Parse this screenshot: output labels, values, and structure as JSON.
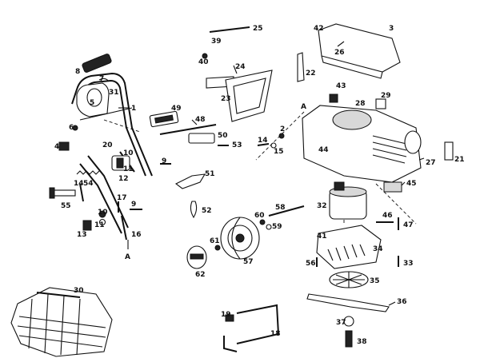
{
  "diagram": {
    "part_numbers": [
      "1",
      "2",
      "3",
      "4",
      "5",
      "6",
      "7",
      "8",
      "9",
      "10",
      "11",
      "12",
      "13",
      "14",
      "15",
      "16",
      "17",
      "18",
      "19",
      "20",
      "21",
      "22",
      "23",
      "24",
      "25",
      "26",
      "27",
      "28",
      "29",
      "30",
      "31",
      "32",
      "33",
      "34",
      "35",
      "36",
      "37",
      "38",
      "39",
      "40",
      "41",
      "42",
      "43",
      "44",
      "45",
      "46",
      "47",
      "48",
      "49",
      "50",
      "51",
      "52",
      "53",
      "54",
      "55",
      "56",
      "57",
      "58",
      "59",
      "60",
      "61",
      "62",
      "A"
    ]
  },
  "labels": [
    {
      "id": "p8",
      "text": "8"
    },
    {
      "id": "p7",
      "text": "7"
    },
    {
      "id": "p5",
      "text": "5"
    },
    {
      "id": "p31",
      "text": "31"
    },
    {
      "id": "p1",
      "text": "1"
    },
    {
      "id": "p6",
      "text": "6"
    },
    {
      "id": "p4",
      "text": "4"
    },
    {
      "id": "p20",
      "text": "20"
    },
    {
      "id": "p10a",
      "text": "10"
    },
    {
      "id": "p11a",
      "text": "11"
    },
    {
      "id": "p12",
      "text": "12"
    },
    {
      "id": "p9a",
      "text": "9"
    },
    {
      "id": "p14",
      "text": "14"
    },
    {
      "id": "p54",
      "text": "54"
    },
    {
      "id": "p55",
      "text": "55"
    },
    {
      "id": "p17",
      "text": "17"
    },
    {
      "id": "p9b",
      "text": "9"
    },
    {
      "id": "p10b",
      "text": "10"
    },
    {
      "id": "p11b",
      "text": "11"
    },
    {
      "id": "p13",
      "text": "13"
    },
    {
      "id": "p16",
      "text": "16"
    },
    {
      "id": "pA1",
      "text": "A"
    },
    {
      "id": "p39",
      "text": "39"
    },
    {
      "id": "p25",
      "text": "25"
    },
    {
      "id": "p40",
      "text": "40"
    },
    {
      "id": "p24",
      "text": "24"
    },
    {
      "id": "p23",
      "text": "23"
    },
    {
      "id": "p49",
      "text": "49"
    },
    {
      "id": "p48",
      "text": "48"
    },
    {
      "id": "p50",
      "text": "50"
    },
    {
      "id": "p53",
      "text": "53"
    },
    {
      "id": "p51",
      "text": "51"
    },
    {
      "id": "p52",
      "text": "52"
    },
    {
      "id": "p42",
      "text": "42"
    },
    {
      "id": "p3",
      "text": "3"
    },
    {
      "id": "p26",
      "text": "26"
    },
    {
      "id": "p22",
      "text": "22"
    },
    {
      "id": "p43",
      "text": "43"
    },
    {
      "id": "p29",
      "text": "29"
    },
    {
      "id": "p28",
      "text": "28"
    },
    {
      "id": "pA2",
      "text": "A"
    },
    {
      "id": "p2",
      "text": "2"
    },
    {
      "id": "p14b",
      "text": "14"
    },
    {
      "id": "p15",
      "text": "15"
    },
    {
      "id": "p44",
      "text": "44"
    },
    {
      "id": "p27",
      "text": "27"
    },
    {
      "id": "p21",
      "text": "21"
    },
    {
      "id": "p45",
      "text": "45"
    },
    {
      "id": "p32",
      "text": "32"
    },
    {
      "id": "p58",
      "text": "58"
    },
    {
      "id": "p60",
      "text": "60"
    },
    {
      "id": "p59",
      "text": "59"
    },
    {
      "id": "p46",
      "text": "46"
    },
    {
      "id": "p47",
      "text": "47"
    },
    {
      "id": "p41",
      "text": "41"
    },
    {
      "id": "p34",
      "text": "34"
    },
    {
      "id": "p56",
      "text": "56"
    },
    {
      "id": "p33",
      "text": "33"
    },
    {
      "id": "p61",
      "text": "61"
    },
    {
      "id": "p57",
      "text": "57"
    },
    {
      "id": "p62",
      "text": "62"
    },
    {
      "id": "p35",
      "text": "35"
    },
    {
      "id": "p36",
      "text": "36"
    },
    {
      "id": "p30",
      "text": "30"
    },
    {
      "id": "p19",
      "text": "19"
    },
    {
      "id": "p18",
      "text": "18"
    },
    {
      "id": "p37",
      "text": "37"
    },
    {
      "id": "p38",
      "text": "38"
    }
  ]
}
